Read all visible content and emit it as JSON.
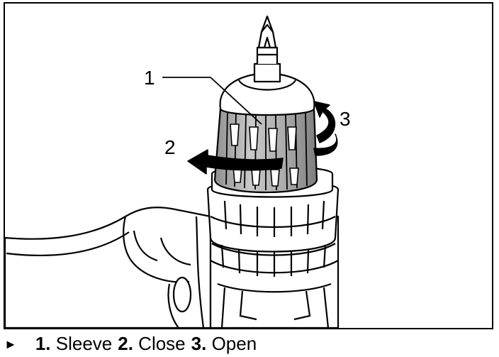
{
  "callouts": [
    {
      "number": "1",
      "part": "Sleeve"
    },
    {
      "number": "2",
      "part": "Close"
    },
    {
      "number": "3",
      "part": "Open"
    }
  ],
  "caption": {
    "marker": "►",
    "items": [
      {
        "num": "1.",
        "text": "Sleeve"
      },
      {
        "num": "2.",
        "text": "Close"
      },
      {
        "num": "3.",
        "text": "Open"
      }
    ]
  },
  "colors": {
    "line": "#000000",
    "sleeve_fill": "#b3b3b3",
    "background": "#ffffff"
  }
}
